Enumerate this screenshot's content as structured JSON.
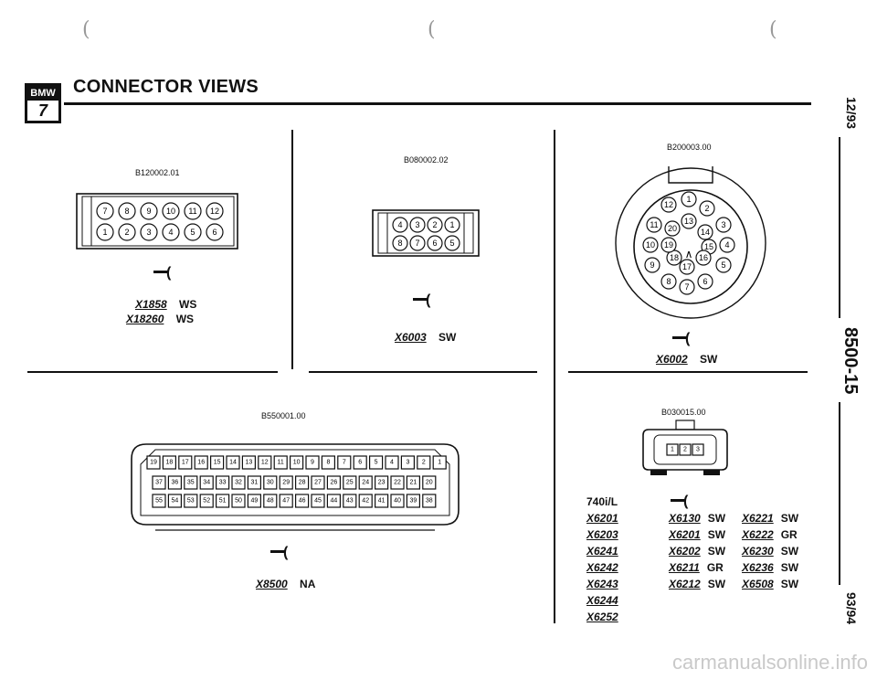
{
  "header": {
    "logo_top": "BMW",
    "logo_model": "7",
    "title": "CONNECTOR VIEWS"
  },
  "side": {
    "date_top": "12/93",
    "page_code": "8500-15",
    "date_bottom": "93/94"
  },
  "connectors": {
    "c1": {
      "code": "B120002.01",
      "labels": [
        {
          "id": "X1858",
          "color": "WS"
        },
        {
          "id": "X18260",
          "color": "WS"
        }
      ],
      "top_pins": [
        "7",
        "8",
        "9",
        "10",
        "11",
        "12"
      ],
      "bottom_pins": [
        "1",
        "2",
        "3",
        "4",
        "5",
        "6"
      ]
    },
    "c2": {
      "code": "B080002.02",
      "labels": [
        {
          "id": "X6003",
          "color": "SW"
        }
      ],
      "top_pins": [
        "4",
        "3",
        "2",
        "1"
      ],
      "bottom_pins": [
        "8",
        "7",
        "6",
        "5"
      ]
    },
    "c3": {
      "code": "B200003.00",
      "labels": [
        {
          "id": "X6002",
          "color": "SW"
        }
      ],
      "pins": [
        "1",
        "2",
        "3",
        "4",
        "5",
        "6",
        "7",
        "8",
        "9",
        "10",
        "11",
        "12",
        "13",
        "14",
        "15",
        "16",
        "17",
        "18",
        "19",
        "20"
      ]
    },
    "c4": {
      "code": "B550001.00",
      "labels": [
        {
          "id": "X8500",
          "color": "NA"
        }
      ],
      "row1": [
        "19",
        "18",
        "17",
        "16",
        "15",
        "14",
        "13",
        "12",
        "11",
        "10",
        "9",
        "8",
        "7",
        "6",
        "5",
        "4",
        "3",
        "2",
        "1"
      ],
      "row2": [
        "37",
        "36",
        "35",
        "34",
        "33",
        "32",
        "31",
        "30",
        "29",
        "28",
        "27",
        "26",
        "25",
        "24",
        "23",
        "22",
        "21",
        "20"
      ],
      "row3": [
        "55",
        "54",
        "53",
        "52",
        "51",
        "50",
        "49",
        "48",
        "47",
        "46",
        "45",
        "44",
        "43",
        "42",
        "41",
        "40",
        "39",
        "38"
      ]
    },
    "c5": {
      "code": "B030015.00",
      "pins": [
        "1",
        "2",
        "3"
      ],
      "model": "740i/L",
      "col1": [
        "X6201",
        "X6203",
        "X6241",
        "X6242",
        "X6243",
        "X6244",
        "X6252"
      ],
      "col2": [
        {
          "id": "X6130",
          "color": "SW"
        },
        {
          "id": "X6201",
          "color": "SW"
        },
        {
          "id": "X6202",
          "color": "SW"
        },
        {
          "id": "X6211",
          "color": "GR"
        },
        {
          "id": "X6212",
          "color": "SW"
        }
      ],
      "col3": [
        {
          "id": "X6221",
          "color": "SW"
        },
        {
          "id": "X6222",
          "color": "GR"
        },
        {
          "id": "X6230",
          "color": "SW"
        },
        {
          "id": "X6236",
          "color": "SW"
        },
        {
          "id": "X6508",
          "color": "SW"
        }
      ]
    }
  },
  "watermark": "carmanualsonline.info"
}
